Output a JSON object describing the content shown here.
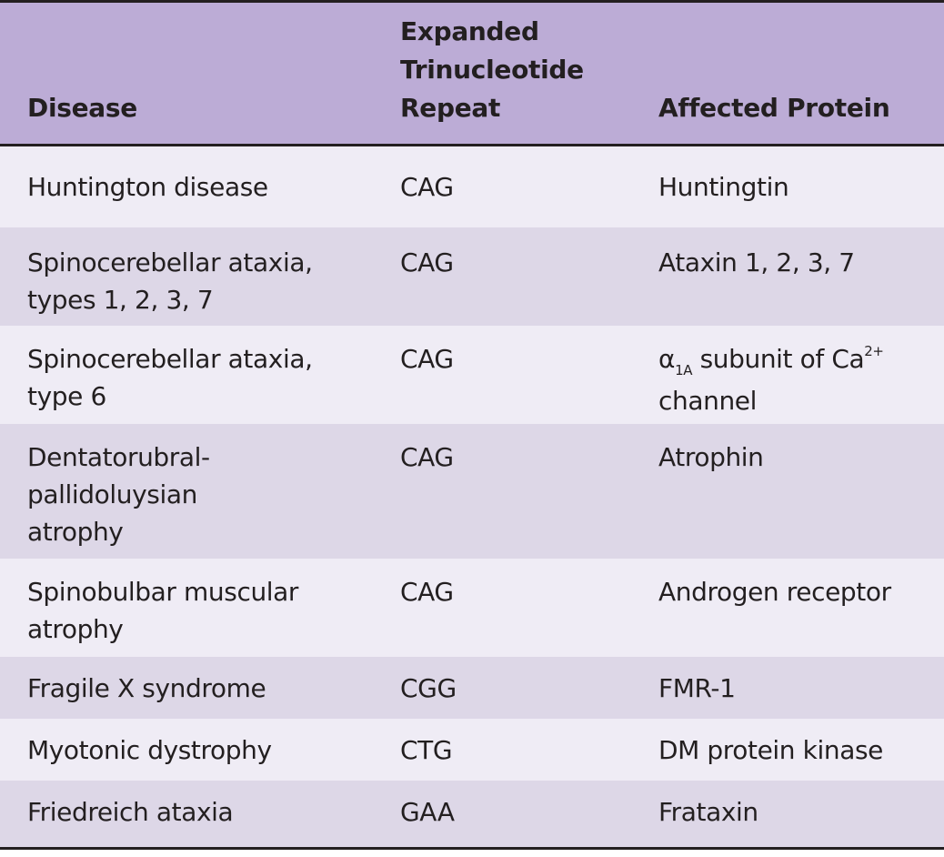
{
  "header": {
    "disease": "Disease",
    "repeat_line1": "Expanded",
    "repeat_line2": "Trinucleotide",
    "repeat_line3": "Repeat",
    "protein": "Affected Protein"
  },
  "rows": [
    {
      "disease_line1": "Huntington disease",
      "disease_line2": "",
      "disease_line3": "",
      "repeat": "CAG",
      "protein_line1": "Huntingtin",
      "protein_line2": ""
    },
    {
      "disease_line1": "Spinocerebellar ataxia,",
      "disease_line2": "types 1, 2, 3, 7",
      "disease_line3": "",
      "repeat": "CAG",
      "protein_line1": "Ataxin 1, 2, 3, 7",
      "protein_line2": ""
    },
    {
      "disease_line1": "Spinocerebellar ataxia,",
      "disease_line2": "type 6",
      "disease_line3": "",
      "repeat": "CAG",
      "protein_symbol": "α",
      "protein_subscript": "1A",
      "protein_text": " subunit of Ca",
      "protein_superscript": "2+",
      "protein_line2": "channel"
    },
    {
      "disease_line1": "Dentatorubral-",
      "disease_line2": "pallidoluysian",
      "disease_line3": "atrophy",
      "repeat": "CAG",
      "protein_line1": "Atrophin",
      "protein_line2": ""
    },
    {
      "disease_line1": "Spinobulbar muscular",
      "disease_line2": "atrophy",
      "disease_line3": "",
      "repeat": "CAG",
      "protein_line1": "Androgen receptor",
      "protein_line2": ""
    },
    {
      "disease_line1": "Fragile X syndrome",
      "disease_line2": "",
      "disease_line3": "",
      "repeat": "CGG",
      "protein_line1": "FMR-1",
      "protein_line2": ""
    },
    {
      "disease_line1": "Myotonic dystrophy",
      "disease_line2": "",
      "disease_line3": "",
      "repeat": "CTG",
      "protein_line1": "DM protein kinase",
      "protein_line2": ""
    },
    {
      "disease_line1": "Friedreich ataxia",
      "disease_line2": "",
      "disease_line3": "",
      "repeat": "GAA",
      "protein_line1": "Frataxin",
      "protein_line2": ""
    }
  ],
  "colors": {
    "header_bg": "#bcacd6",
    "row_light": "#efecf5",
    "row_dark": "#ddd7e7",
    "rule": "#231f20",
    "text": "#231f20"
  }
}
